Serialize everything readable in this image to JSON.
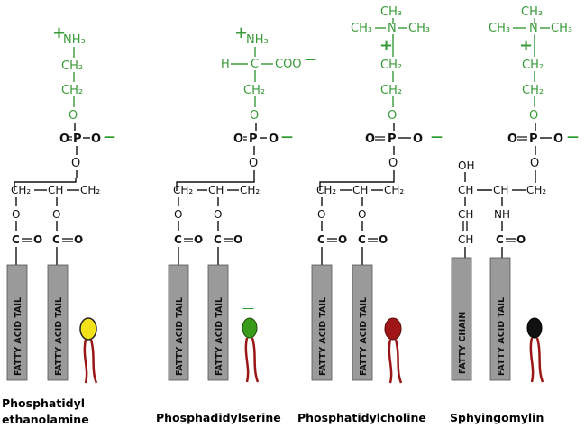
{
  "colors": {
    "head_green": "#3a9a3a",
    "backbone": "#111111",
    "tail_fill": "#9a9a9a",
    "charge_green": "#2a9a2a",
    "icon_yellow": "#f3e21a",
    "icon_green": "#3a9a1a",
    "icon_red": "#a01616",
    "icon_black": "#111111",
    "icon_legs": "#9a1616"
  },
  "labels": {
    "charge_plus": "+",
    "charge_minus": "—",
    "nh3": "NH₃",
    "ch2": "CH₂",
    "ch3": "CH₃",
    "ch": "CH",
    "n": "N",
    "h": "H",
    "c": "C",
    "coo": "COO",
    "o": "O",
    "p": "P",
    "oh": "OH",
    "nh": "NH"
  },
  "molecules": [
    {
      "name_line1": "Phosphatidyl",
      "name_line2": "ethanolamine",
      "tails": [
        "FATTY ACID TAIL",
        "FATTY ACID TAIL"
      ],
      "icon": "yellow-head-icon"
    },
    {
      "name_line1": "Phosphadidylserine",
      "name_line2": "",
      "tails": [
        "FATTY ACID TAIL",
        "FATTY ACID TAIL"
      ],
      "icon": "green-head-icon"
    },
    {
      "name_line1": "Phosphatidylcholine",
      "name_line2": "",
      "tails": [
        "FATTY ACID TAIL",
        "FATTY ACID TAIL"
      ],
      "icon": "red-head-icon"
    },
    {
      "name_line1": "Sphyingomylin",
      "name_line2": "",
      "tails": [
        "FATTY CHAIN",
        "FATTY ACID TAIL"
      ],
      "icon": "black-head-icon"
    }
  ]
}
